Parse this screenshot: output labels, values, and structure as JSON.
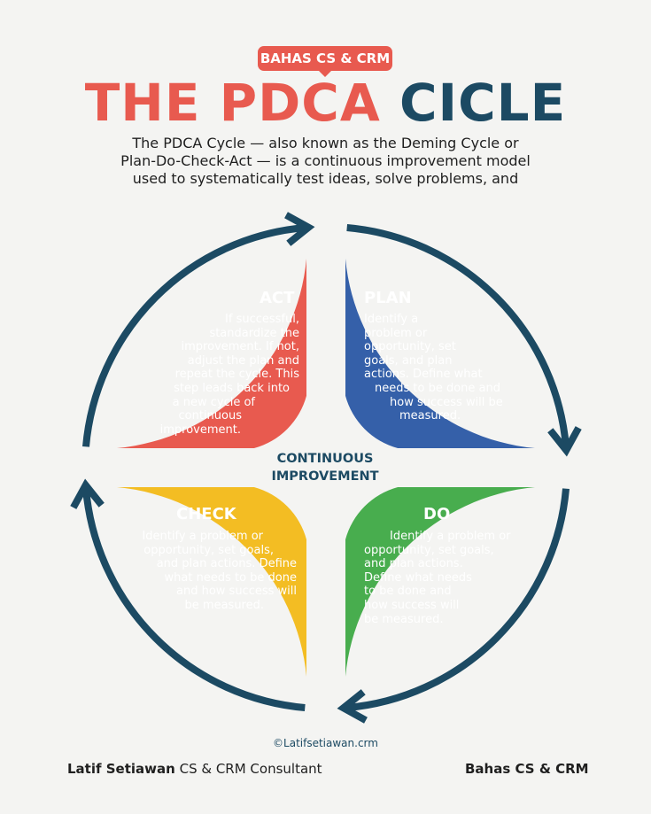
{
  "badge": "BAHAS CS & CRM",
  "title": {
    "part1": "THE PDCA",
    "part2": "CICLE"
  },
  "subtitle": [
    "The PDCA Cycle — also known as the Deming Cycle or",
    "Plan-Do-Check-Act — is a continuous improvement model",
    "used to systematically test ideas, solve problems, and"
  ],
  "center": [
    "CONTINUOUS",
    "IMPROVEMENT"
  ],
  "quadrants": {
    "act": {
      "title": "ACT",
      "color": "#e85a4f",
      "lines": [
        "If successful,",
        "standardize the",
        "improvement. If not,",
        "adjust the plan and",
        "repeat the cycle. This",
        "step leads back into",
        "a new cycle of",
        "continuous",
        "improvement."
      ]
    },
    "plan": {
      "title": "PLAN",
      "color": "#3560a9",
      "lines": [
        "Identify a",
        "problem or",
        "opportunity, set",
        "goals, and plan",
        "actions. Define what",
        "needs to be done and",
        "how success will be",
        "measured."
      ]
    },
    "check": {
      "title": "CHECK",
      "color": "#f3bd23",
      "lines": [
        "Identify a problem or",
        "opportunity, set goals,",
        "and plan actions. Define",
        "what needs to be done",
        "and how success will",
        "be measured."
      ]
    },
    "do": {
      "title": "DO",
      "color": "#48ad4e",
      "lines": [
        "Identify a problem or",
        "opportunity, set goals,",
        "and plan actions.",
        "Define what needs",
        "to be done and",
        "how success will",
        "be measured."
      ]
    }
  },
  "arrow_color": "#1c4a63",
  "credit": "©Latifsetiawan.crm",
  "footer": {
    "name": "Latif Setiawan",
    "role": "CS & CRM Consultant",
    "brand": "Bahas CS & CRM"
  }
}
